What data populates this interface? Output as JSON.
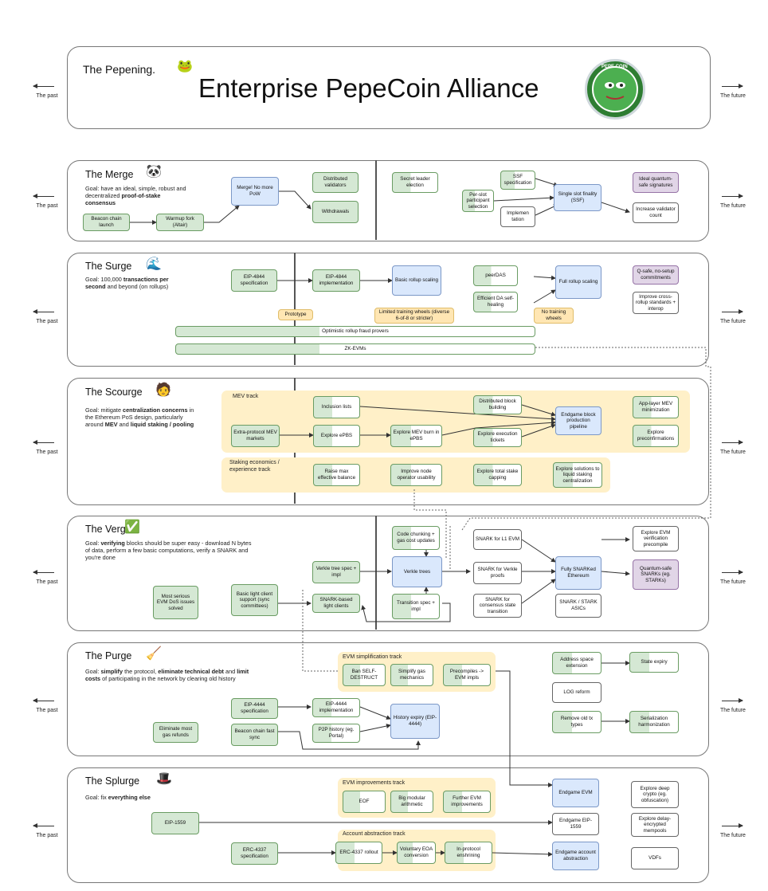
{
  "header": {
    "subtitle": "The Pepening.",
    "title": "Enterprise PepeCoin Alliance",
    "logo_text": "PEPE COIN"
  },
  "side_labels": {
    "past": "The past",
    "future": "The future"
  },
  "merge": {
    "title": "The Merge",
    "goal": [
      "Goal: have an ideal, simple, robust",
      "and decentralized ",
      "proof-of-stake",
      "consensus"
    ],
    "boxes": {
      "beacon": "Beacon chain launch",
      "warmup": "Warmup fork (Altair)",
      "merge": "Merge! No more PoW",
      "distributed": "Distributed validators",
      "withdrawals": "Withdrawals",
      "secret": "Secret leader election",
      "ssf_spec": "SSF specification",
      "per_slot": "Per-slot participant selection",
      "implementation": "Implemen tation",
      "ssf": "Single slot finality (SSF)",
      "quantum": "Ideal quantum-safe signatures",
      "increase": "Increase validator count"
    }
  },
  "surge": {
    "title": "The Surge",
    "goal": [
      "Goal: 100,000 ",
      "transactions per second",
      " and beyond (on rollups)"
    ],
    "boxes": {
      "eip_spec": "EIP-4844 specification",
      "eip_impl": "EIP-4844 implementation",
      "basic": "Basic rollup scaling",
      "peerdas": "peerDAS",
      "efficient": "Efficient DA self-healing",
      "full": "Full rollup scaling",
      "qsafe": "Q-safe, no-setup commitments",
      "cross": "Improve cross-rollup standards + interop",
      "prototype": "Prototype",
      "limited": "Limited training wheels (diverse 6-of-8 or stricter)",
      "notraining": "No training wheels",
      "optimistic": "Optimistic rollup fraud provers",
      "zkevm": "ZK-EVMs"
    }
  },
  "scourge": {
    "title": "The Scourge",
    "goal": [
      "Goal: mitigate ",
      "centralization concerns",
      " in the Ethereum PoS design, particularly around ",
      "MEV",
      " and ",
      "liquid staking / pooling"
    ],
    "mev_track": "MEV track",
    "staking_track": "Staking economics / experience track",
    "boxes": {
      "inclusion": "Inclusion lists",
      "extra": "Extra-protocol MEV markets",
      "epbs": "Explore ePBS",
      "mevburn": "Explore MEV burn in ePBS",
      "distblock": "Distributed block building",
      "exectickets": "Explore execution tickets",
      "endgame": "Endgame block production pipeline",
      "applayer": "App-layer MEV minimization",
      "preconf": "Explore preconfirmations",
      "raisemax": "Raise max effective balance",
      "nodeop": "Improve node operator usability",
      "capping": "Explore total stake capping",
      "liquid": "Explore solutions to liquid staking centralization"
    }
  },
  "verge": {
    "title": "The Verge",
    "goal": [
      "Goal: ",
      "verifying",
      " blocks should be super easy - download N bytes of data, perform a few basic computations, verify a SNARK and you're done"
    ],
    "boxes": {
      "dos": "Most serious EVM DoS issues solved",
      "lightclient": "Basic light client support (sync committees)",
      "verkle_spec": "Verkle tree spec + impl",
      "snark_light": "SNARK-based light clients",
      "chunking": "Code chunking + gas cost updates",
      "verkle": "Verkle trees",
      "transition": "Transition spec + impl",
      "snark_l1": "SNARK for L1 EVM",
      "snark_verkle": "SNARK for Verkle proofs",
      "snark_consensus": "SNARK for consensus state transition",
      "fully": "Fully SNARKed Ethereum",
      "snark_asic": "SNARK / STARK ASICs",
      "evm_precompile": "Explore EVM verification precompile",
      "qsnark": "Quantum-safe SNARKs (eg. STARKs)"
    }
  },
  "purge": {
    "title": "The Purge",
    "goal": [
      "Goal: ",
      "simplify",
      " the protocol, ",
      "eliminate technical debt",
      " and ",
      "limit costs",
      " of participating in the network by clearing old history"
    ],
    "evm_track": "EVM simplification track",
    "boxes": {
      "gasrefunds": "Eliminate most gas refunds",
      "eip4444spec": "EIP-4444 specification",
      "beaconsync": "Beacon chain fast sync",
      "eip4444impl": "EIP-4444 implementation",
      "p2p": "P2P history (eg. Portal)",
      "history": "History expiry (EIP-4444)",
      "selfdestruct": "Ban SELF-DESTRUCT",
      "simplifygas": "Simplify gas mechanics",
      "precompiles": "Precompiles -> EVM impls",
      "addrspace": "Address space extension",
      "stateexpiry": "State expiry",
      "logreform": "LOG reform",
      "removetx": "Remove old tx types",
      "serialization": "Serialization harmonization"
    }
  },
  "splurge": {
    "title": "The Splurge",
    "goal": [
      "Goal: fix ",
      "everything else"
    ],
    "evm_track": "EVM improvements track",
    "aa_track": "Account abstraction track",
    "boxes": {
      "eip1559": "EIP-1559",
      "erc4337spec": "ERC-4337 specification",
      "eof": "EOF",
      "modular": "Big modular arithmetic",
      "further": "Further EVM improvements",
      "erc4337roll": "ERC-4337 rollout",
      "voluntary": "Voluntary EOA conversion",
      "inprotocol": "In-protocol enshrining",
      "endevm": "Endgame EVM",
      "end1559": "Endgame EIP-1559",
      "endaa": "Endgame account abstraction",
      "deepcrypto": "Explore deep crypto (eg. obfuscation)",
      "delaymem": "Explore delay-encrypted mempools",
      "vdfs": "VDFs"
    }
  },
  "colors": {
    "green": "#d5e8d4",
    "blue": "#dae8fc",
    "purple": "#e1d5e7",
    "yellow": "#ffe6b3"
  }
}
